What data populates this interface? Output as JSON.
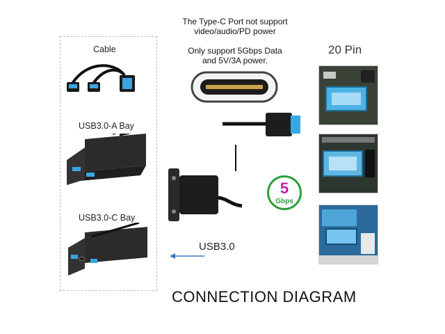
{
  "notice": {
    "line1": "The Type-C Port not support",
    "line2": "video/audio/PD power",
    "line3": "Only support 5Gbps Data",
    "line4": "and 5V/3A power."
  },
  "pin_label": "20 Pin",
  "left_panel": {
    "cable_label": "Cable",
    "bay_a_label": "USB3.0-A Bay",
    "bay_c_label": "USB3.0-C Bay"
  },
  "usb3_label": "USB3.0",
  "speed_badge": {
    "number": "5",
    "unit": "Gbps"
  },
  "footer_title": "CONNECTION DIAGRAM",
  "colors": {
    "badge_ring": "#2e9e3a",
    "badge_number": "#c21fa7",
    "port_blue": "#3aa6e0",
    "arrow_blue": "#3b78c4"
  }
}
